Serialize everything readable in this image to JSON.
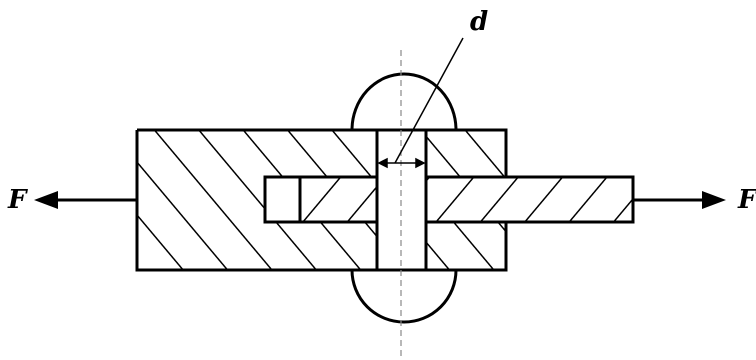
{
  "labels": {
    "diameter": "d",
    "force_left": "F",
    "force_right": "F"
  }
}
